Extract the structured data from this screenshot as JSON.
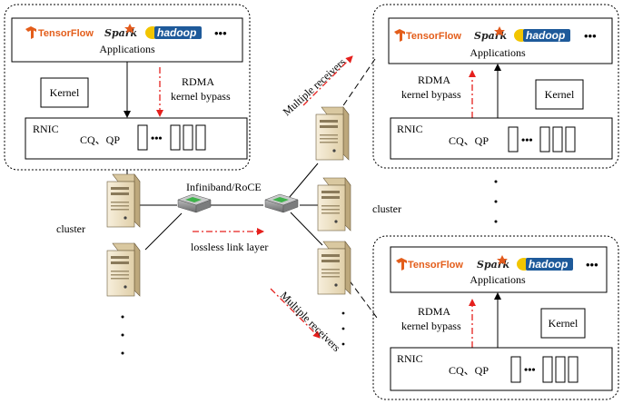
{
  "left_node": {
    "logos": {
      "tensorflow": "TensorFlow",
      "spark": "Spark",
      "hadoop": "hadoop",
      "more": "•••"
    },
    "apps_label": "Applications",
    "kernel_label": "Kernel",
    "rdma_label_1": "RDMA",
    "rdma_label_2": "kernel bypass",
    "rnic_label": "RNIC",
    "queues_label": "CQ、QP",
    "queue_dots": "•••"
  },
  "right_top_node": {
    "logos": {
      "tensorflow": "TensorFlow",
      "spark": "Spark",
      "hadoop": "hadoop",
      "more": "•••"
    },
    "apps_label": "Applications",
    "kernel_label": "Kernel",
    "rdma_label_1": "RDMA",
    "rdma_label_2": "kernel bypass",
    "rnic_label": "RNIC",
    "queues_label": "CQ、QP",
    "queue_dots": "•••"
  },
  "right_bottom_node": {
    "logos": {
      "tensorflow": "TensorFlow",
      "spark": "Spark",
      "hadoop": "hadoop",
      "more": "•••"
    },
    "apps_label": "Applications",
    "kernel_label": "Kernel",
    "rdma_label_1": "RDMA",
    "rdma_label_2": "kernel bypass",
    "rnic_label": "RNIC",
    "queues_label": "CQ、QP",
    "queue_dots": "•••"
  },
  "network": {
    "link_label": "Infiniband/RoCE",
    "lossless_label": "lossless link layer",
    "cluster_left_label": "cluster",
    "cluster_right_label": "cluster",
    "multi_top_label": "Multiple receivers",
    "multi_bottom_label": "Multiple receivers",
    "vertical_dots": "·"
  },
  "colors": {
    "arrow_red": "#e5201d",
    "server_body": "#efe3c7",
    "server_dark": "#c7b48e",
    "switch_body": "#8e8f90",
    "switch_led": "#3fb24b",
    "hadoop_bg": "#1e5a9a",
    "tensorflow": "#e35d1a"
  }
}
